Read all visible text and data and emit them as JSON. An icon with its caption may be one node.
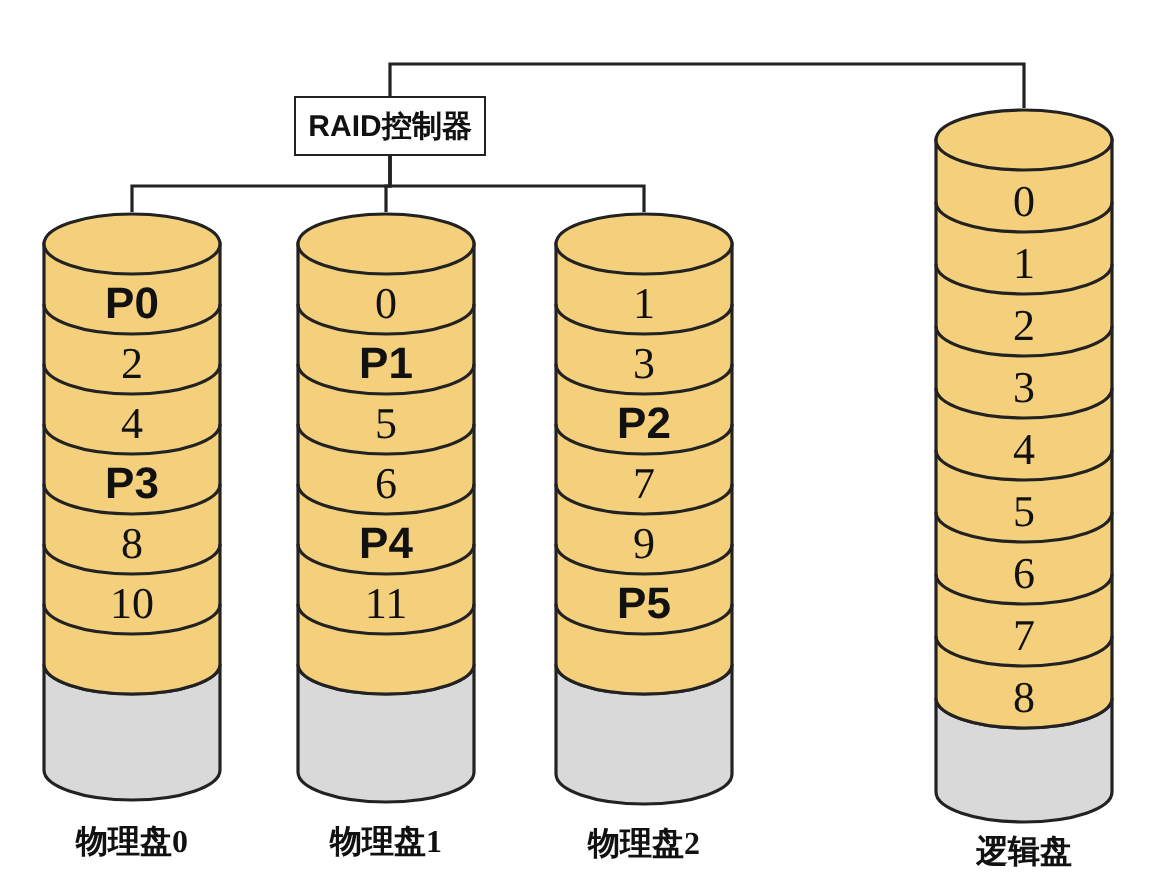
{
  "diagram": {
    "nodes": [
      {
        "text": [
          "RAID控制器"
        ]
      },
      {
        "text": [],
        "shape": "cylinder",
        "beside": [
          "物理盘0"
        ]
      },
      {
        "text": [
          "P0"
        ],
        "in": 1
      },
      {
        "text": [
          "2"
        ],
        "in": 1
      },
      {
        "text": [
          "4"
        ],
        "in": 1
      },
      {
        "text": [
          "P3"
        ],
        "in": 1
      },
      {
        "text": [
          "8"
        ],
        "in": 1
      },
      {
        "text": [
          "10"
        ],
        "in": 1
      },
      {
        "text": [],
        "shape": "cylinder",
        "beside": [
          "物理盘1"
        ]
      },
      {
        "text": [
          "0"
        ],
        "in": 8
      },
      {
        "text": [
          "P1"
        ],
        "in": 8
      },
      {
        "text": [
          "5"
        ],
        "in": 8
      },
      {
        "text": [
          "6"
        ],
        "in": 8
      },
      {
        "text": [
          "P4"
        ],
        "in": 8
      },
      {
        "text": [
          "11"
        ],
        "in": 8
      },
      {
        "text": [],
        "shape": "cylinder",
        "beside": [
          "物理盘2"
        ]
      },
      {
        "text": [
          "1"
        ],
        "in": 15
      },
      {
        "text": [
          "3"
        ],
        "in": 15
      },
      {
        "text": [
          "P2"
        ],
        "in": 15
      },
      {
        "text": [
          "7"
        ],
        "in": 15
      },
      {
        "text": [
          "9"
        ],
        "in": 15
      },
      {
        "text": [
          "P5"
        ],
        "in": 15
      },
      {
        "text": [],
        "shape": "cylinder",
        "beside": [
          "逻辑盘"
        ]
      },
      {
        "text": [
          "0"
        ],
        "in": 22
      },
      {
        "text": [
          "1"
        ],
        "in": 22
      },
      {
        "text": [
          "2"
        ],
        "in": 22
      },
      {
        "text": [
          "3"
        ],
        "in": 22
      },
      {
        "text": [
          "4"
        ],
        "in": 22
      },
      {
        "text": [
          "5"
        ],
        "in": 22
      },
      {
        "text": [
          "6"
        ],
        "in": 22
      },
      {
        "text": [
          "7"
        ],
        "in": 22
      },
      {
        "text": [
          "8"
        ],
        "in": 22
      }
    ],
    "edges": [
      {
        "from": 0,
        "to": 1,
        "arrow": "none"
      },
      {
        "from": 0,
        "to": 8,
        "arrow": "none"
      },
      {
        "from": 0,
        "to": 15,
        "arrow": "none"
      },
      {
        "from": 0,
        "to": 22,
        "arrow": "none"
      }
    ]
  }
}
